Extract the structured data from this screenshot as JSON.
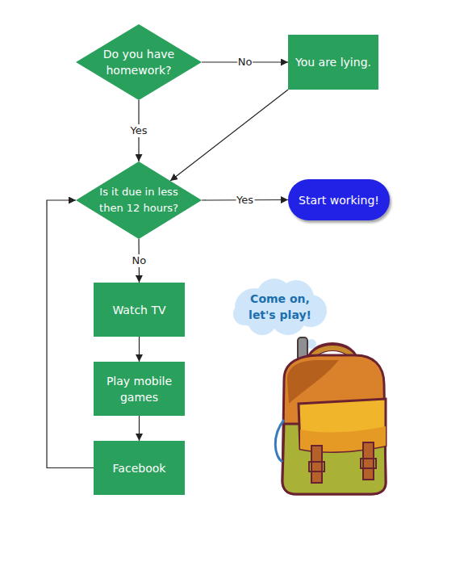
{
  "diagram": {
    "nodes": [
      {
        "text": [
          "Do you have homework?"
        ]
      },
      {
        "text": [
          "You are lying."
        ]
      },
      {
        "text": [
          "Is it due in less then 12 hours?"
        ]
      },
      {
        "text": [
          "Start working!"
        ]
      },
      {
        "text": [
          "Watch TV"
        ]
      },
      {
        "text": [
          "Play mobile games"
        ]
      },
      {
        "text": [
          "Facebook"
        ]
      },
      {
        "text": [
          "Come on, let's play!"
        ]
      }
    ],
    "edges": [
      {
        "from": 0,
        "to": 1,
        "label": "No",
        "arrow": "to"
      },
      {
        "from": 0,
        "to": 2,
        "label": "Yes",
        "arrow": "to"
      },
      {
        "from": 1,
        "to": 2,
        "arrow": "to"
      },
      {
        "from": 2,
        "to": 3,
        "label": "Yes",
        "arrow": "to"
      },
      {
        "from": 2,
        "to": 4,
        "label": "No",
        "arrow": "to"
      },
      {
        "from": 4,
        "to": 5,
        "arrow": "to"
      },
      {
        "from": 5,
        "to": 6,
        "arrow": "to"
      },
      {
        "from": 6,
        "to": 2,
        "arrow": "to"
      }
    ]
  }
}
